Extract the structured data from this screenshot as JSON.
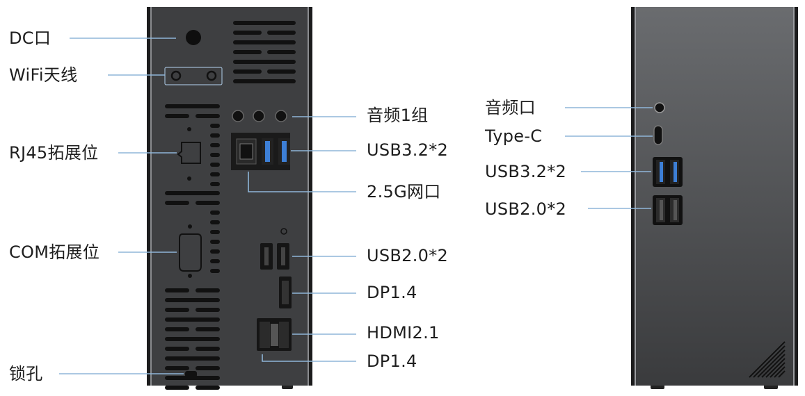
{
  "rear_panel": {
    "left_labels": [
      "DC口",
      "WiFi天线",
      "RJ45拓展位",
      "COM拓展位",
      "锁孔"
    ],
    "right_labels": [
      "音频1组",
      "USB3.2*2",
      "2.5G网口",
      "USB2.0*2",
      "DP1.4",
      "HDMI2.1",
      "DP1.4"
    ]
  },
  "front_panel": {
    "labels": [
      "音频口",
      "Type-C",
      "USB3.2*2",
      "USB2.0*2"
    ]
  },
  "colors": {
    "leader_line": "#8fb6d9",
    "case": "#3c3d3f",
    "usb3_blue": "#3d7fd6",
    "text": "#1e1e1e"
  }
}
